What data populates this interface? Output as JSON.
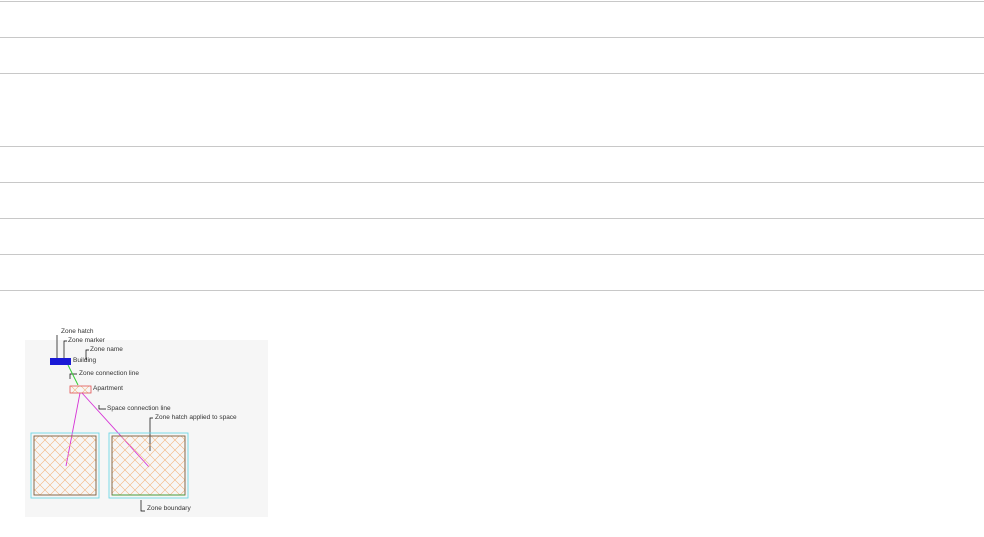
{
  "diagram": {
    "labels": {
      "zone_hatch": "Zone hatch",
      "zone_marker": "Zone marker",
      "zone_name": "Zone name",
      "building": "Building",
      "zone_connection_line": "Zone connection line",
      "apartment": "Apartment",
      "space_connection_line": "Space connection line",
      "zone_hatch_applied_to_space": "Zone hatch applied to space",
      "zone_boundary": "Zone boundary"
    },
    "colors": {
      "building_marker": "#1a1ad6",
      "zone_connection": "#33cc33",
      "space_connection": "#d633d6",
      "hatch": "#f2b27a",
      "apartment_border": "#e05050",
      "space_boundary": "#6fd6e6",
      "space_outline": "#7a5a3a"
    }
  }
}
